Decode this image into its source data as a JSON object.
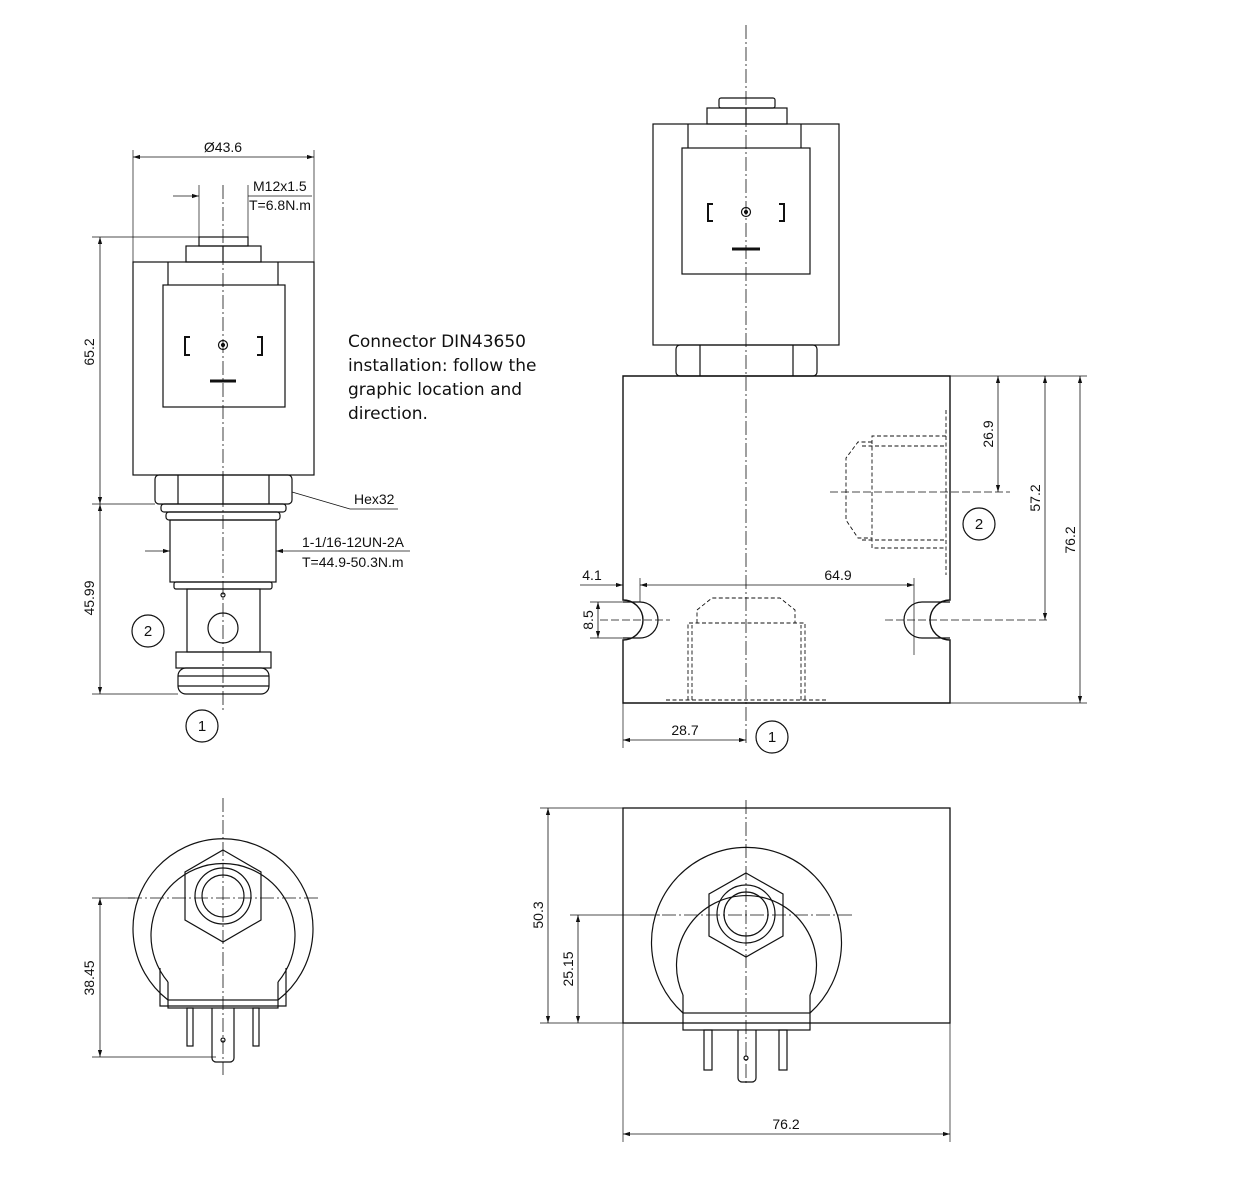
{
  "note": {
    "lines": [
      "Connector DIN43650",
      "installation: follow the",
      "graphic location and",
      "direction."
    ]
  },
  "side_view": {
    "diameter": "Ø43.6",
    "thread_top": "M12x1.5",
    "torque_top": "T=6.8N.m",
    "height_coil": "65.2",
    "height_cartridge": "45.99",
    "hex": "Hex32",
    "thread_main": "1-1/16-12UN-2A",
    "torque_main": "T=44.9-50.3N.m",
    "port_1": "1",
    "port_2": "2"
  },
  "block_view": {
    "dim_26_9": "26.9",
    "dim_57_2": "57.2",
    "dim_76_2": "76.2",
    "dim_4_1": "4.1",
    "dim_64_9": "64.9",
    "dim_8_5": "8.5",
    "dim_28_7": "28.7",
    "port_1": "1",
    "port_2": "2"
  },
  "bottom_left": {
    "dim_38_45": "38.45"
  },
  "bottom_right": {
    "dim_50_3": "50.3",
    "dim_25_15": "25.15",
    "dim_76_2": "76.2"
  }
}
